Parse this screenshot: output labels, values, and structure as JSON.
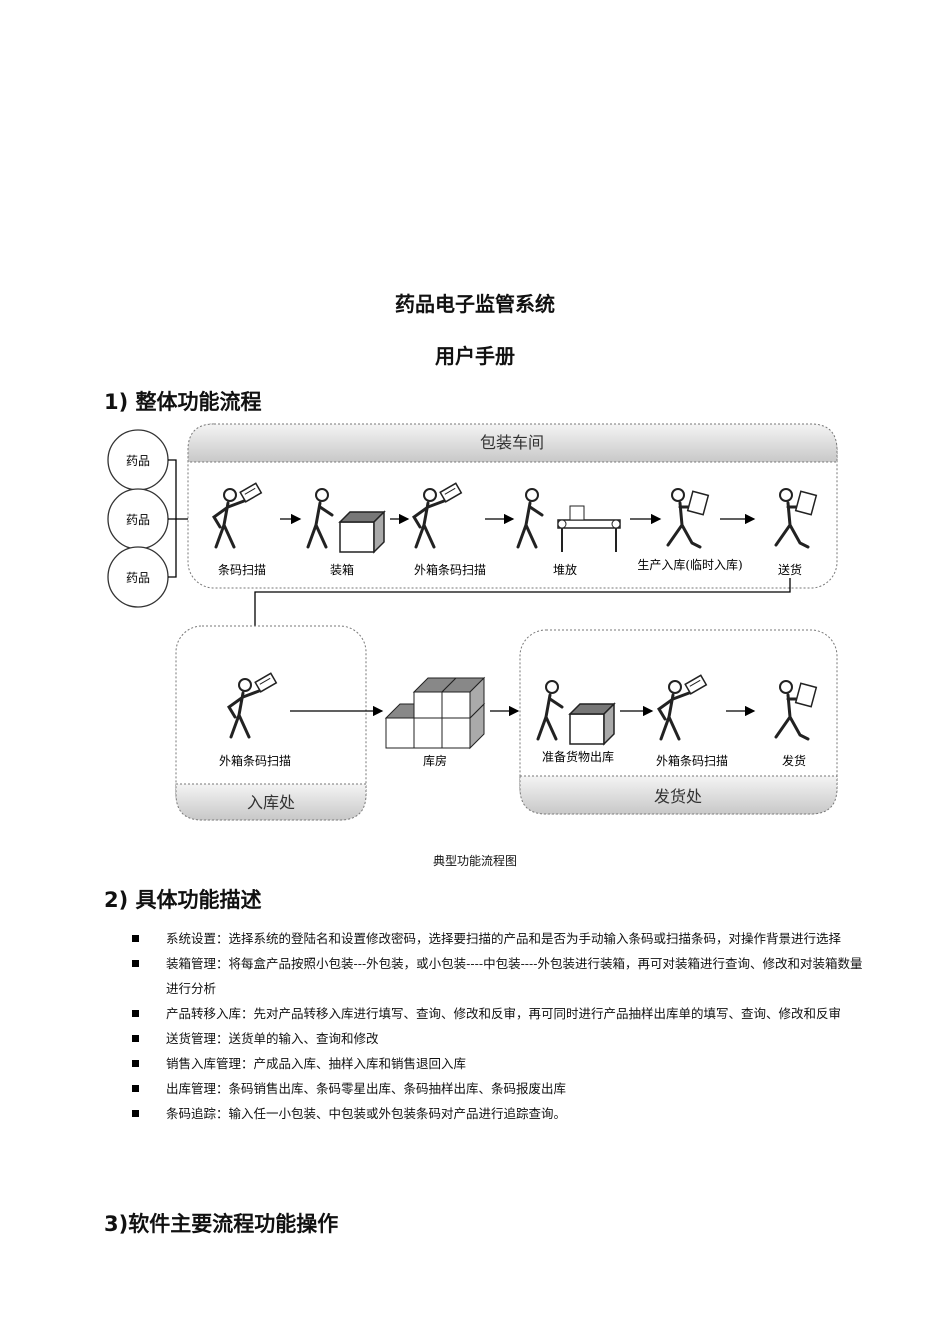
{
  "doc": {
    "title": "药品电子监管系统",
    "subtitle": "用户手册"
  },
  "sections": {
    "s1": "1) 整体功能流程",
    "s2": "2) 具体功能描述",
    "s3": "3)软件主要流程功能操作"
  },
  "diagram": {
    "inputs": [
      "药品",
      "药品",
      "药品"
    ],
    "packing_area": "包装车间",
    "packing_steps": [
      "条码扫描",
      "装箱",
      "外箱条码扫描",
      "堆放",
      "生产入库(临时入库)",
      "送货"
    ],
    "warehouse_area": "入库处",
    "warehouse_step": "外箱条码扫描",
    "storage": "库房",
    "shipping_area": "发货处",
    "shipping_steps": [
      "准备货物出库",
      "外箱条码扫描",
      "发货"
    ],
    "caption": "典型功能流程图"
  },
  "bullets": [
    "系统设置：选择系统的登陆名和设置修改密码，选择要扫描的产品和是否为手动输入条码或扫描条码，对操作背景进行选择",
    "装箱管理：将每盒产品按照小包装---外包装，或小包装----中包装----外包装进行装箱，再可对装箱进行查询、修改和对装箱数量进行分析",
    "产品转移入库：先对产品转移入库进行填写、查询、修改和反审，再可同时进行产品抽样出库单的填写、查询、修改和反审",
    "送货管理：送货单的输入、查询和修改",
    "销售入库管理：产成品入库、抽样入库和销售退回入库",
    "出库管理：条码销售出库、条码零星出库、条码抽样出库、条码报废出库",
    "条码追踪：输入任一小包装、中包装或外包装条码对产品进行追踪查询。"
  ]
}
